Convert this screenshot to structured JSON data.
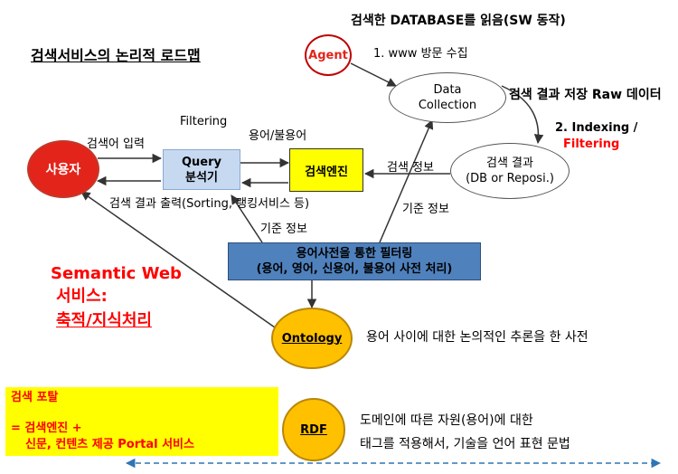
{
  "title": "검색서비스의 논리적 로드맵",
  "top_note": "검색한 DATABASE를 읽음(SW 동작)",
  "nodes": {
    "agent": "Agent",
    "data_collection": [
      "Data",
      "Collection"
    ],
    "user": "사용자",
    "query_parser": [
      "Query",
      "분석기"
    ],
    "search_engine": "검색엔진",
    "search_result": [
      "검색 결과",
      "(DB or Reposi.)"
    ],
    "filter_box": [
      "용어사전을 통한 필터링",
      "(용어, 영어, 신용어, 불용어 사전 처리)"
    ],
    "ontology": "Ontology",
    "rdf": "RDF"
  },
  "labels": {
    "www_collect": "1. www 방문 수집",
    "save_raw": "검색 결과 저장 Raw 데이터",
    "indexing": "2. Indexing /",
    "filtering_red": "Filtering",
    "filtering": "Filtering",
    "term_stop": "용어/불용어",
    "search_input": "검색어 입력",
    "result_output": "검색 결과 출력(Sorting, 랭킹서비스 등)",
    "search_info": "검색 정보",
    "base_info_right": "기준 정보",
    "base_info_left": "기준 정보",
    "ontology_desc": "용어 사이에 대한 논의적인 추론을 한 사전",
    "rdf_desc_1": "도메인에 따른 자원(용어)에 대한",
    "rdf_desc_2": "태그를 적용해서, 기술을 언어 표현 문법"
  },
  "semantic": {
    "line1": "Semantic Web",
    "line2": "서비스:",
    "line3": "축적/지식처리"
  },
  "portal": {
    "title": "검색 포탈",
    "line1": "= 검색엔진 +",
    "line2": "신문, 컨텐츠 제공 Portal 서비스"
  },
  "colors": {
    "user_red": "#e3241b",
    "query_blue": "#c6d9f1",
    "engine_yellow": "#ffff00",
    "filter_blue": "#4f81bd",
    "ontology_gold": "#ffc000",
    "portal_yellow": "#ffff00",
    "accent_red": "#ff0000",
    "arrow_gray": "#555555",
    "dashed_blue": "#2e75b6"
  }
}
